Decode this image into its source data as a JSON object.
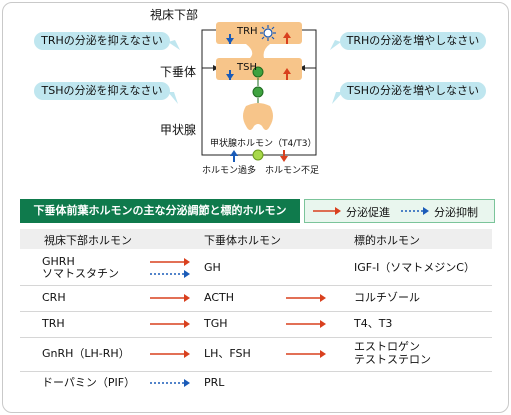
{
  "diagram": {
    "labels": {
      "hypothalamus": "視床下部",
      "pituitary": "下垂体",
      "thyroid": "甲状腺",
      "trh": "TRH",
      "tsh": "TSH",
      "thyroid_hormone": "甲状腺ホルモン（T4/T3）",
      "hormone_excess": "ホルモン過多",
      "hormone_deficit": "ホルモン不足"
    },
    "bubbles": {
      "trh_suppress": "TRHの分泌を抑えなさい",
      "trh_increase": "TRHの分泌を増やしなさい",
      "tsh_suppress": "TSHの分泌を抑えなさい",
      "tsh_increase": "TSHの分泌を増やしなさい"
    },
    "colors": {
      "green": "#0f7a4c",
      "orange": "#f7c58a",
      "bubble": "#bfe6ef",
      "red": "#d9401e",
      "blue": "#1a5bb8"
    }
  },
  "table": {
    "title": "下垂体前葉ホルモンの主な分泌調節と標的ホルモン",
    "legend": {
      "promote": "分泌促進",
      "inhibit": "分泌抑制"
    },
    "headers": {
      "hypothalamic": "視床下部ホルモン",
      "pituitary": "下垂体ホルモン",
      "target": "標的ホルモン"
    },
    "rows": [
      {
        "hyp1": "GHRH",
        "hyp2": "ソマトスタチン",
        "pit": "GH",
        "tgt1": "IGF-I（ソマトメジンC）",
        "tgt2": ""
      },
      {
        "hyp1": "CRH",
        "hyp2": "",
        "pit": "ACTH",
        "tgt1": "コルチゾール",
        "tgt2": ""
      },
      {
        "hyp1": "TRH",
        "hyp2": "",
        "pit": "TGH",
        "tgt1": "T4、T3",
        "tgt2": ""
      },
      {
        "hyp1": "GnRH（LH-RH）",
        "hyp2": "",
        "pit": "LH、FSH",
        "tgt1": "エストロゲン",
        "tgt2": "テストステロン"
      },
      {
        "hyp1": "ドーパミン（PIF）",
        "hyp2": "",
        "pit": "PRL",
        "tgt1": "",
        "tgt2": ""
      }
    ]
  }
}
